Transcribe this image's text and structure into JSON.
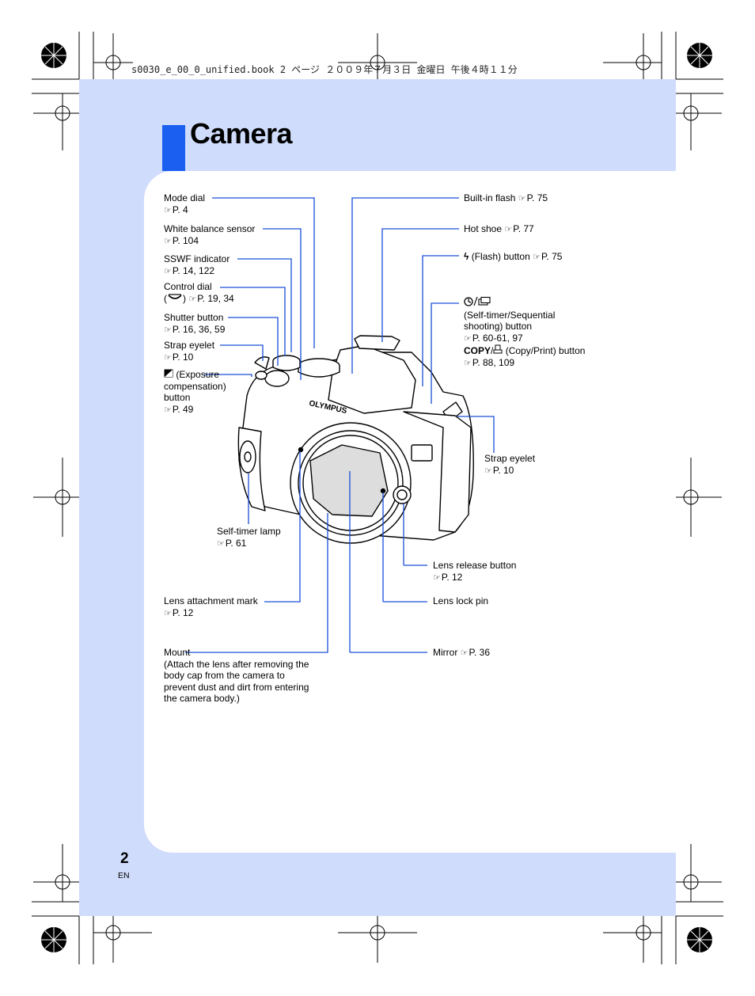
{
  "header_line": "s0030_e_00_0_unified.book  2 ページ  ２００９年７月３日  金曜日  午後４時１１分",
  "section_title": "Camera",
  "page_number": "2",
  "language": "EN",
  "colors": {
    "accent": "#1a5ff0",
    "band": "#cfdcfb",
    "leader": "#1a4fd8"
  },
  "camera_brand": "OLYMPUS",
  "labels": {
    "mode_dial": {
      "name": "Mode dial",
      "ref": "P. 4"
    },
    "white_balance_sensor": {
      "name": "White balance sensor",
      "ref": "P. 104"
    },
    "sswf_indicator": {
      "name": "SSWF indicator",
      "ref": "P. 14, 122"
    },
    "control_dial": {
      "name": "Control dial",
      "prefix": "(",
      "suffix": ")",
      "ref": "P. 19, 34"
    },
    "shutter_button": {
      "name": "Shutter button",
      "ref": "P. 16, 36, 59"
    },
    "strap_eyelet_left": {
      "name": "Strap eyelet",
      "ref": "P. 10"
    },
    "exposure_comp": {
      "line1": "(Exposure",
      "line2": "compensation)",
      "line3": "button",
      "ref": "P. 49"
    },
    "self_timer_lamp": {
      "name": "Self-timer lamp",
      "ref": "P. 61"
    },
    "lens_attachment_mark": {
      "name": "Lens attachment mark",
      "ref": "P. 12"
    },
    "mount": {
      "name": "Mount",
      "desc1": "(Attach the lens after removing the",
      "desc2": "body cap from the camera to",
      "desc3": "prevent dust and dirt from entering",
      "desc4": "the camera body.)"
    },
    "built_in_flash": {
      "name": "Built-in flash",
      "ref": "P. 75"
    },
    "hot_shoe": {
      "name": "Hot shoe",
      "ref": "P. 77"
    },
    "flash_button": {
      "name": "(Flash) button",
      "ref": "P. 75"
    },
    "self_timer_button": {
      "line1": "(Self-timer/Sequential",
      "line2": "shooting) button",
      "ref1": "P. 60-61, 97",
      "copy": "COPY",
      "copy_suffix": "(Copy/Print) button",
      "ref2": "P. 88, 109"
    },
    "strap_eyelet_right": {
      "name": "Strap eyelet",
      "ref": "P. 10"
    },
    "lens_release_button": {
      "name": "Lens release button",
      "ref": "P. 12"
    },
    "lens_lock_pin": {
      "name": "Lens lock pin"
    },
    "mirror": {
      "name": "Mirror",
      "ref": "P. 36"
    }
  }
}
